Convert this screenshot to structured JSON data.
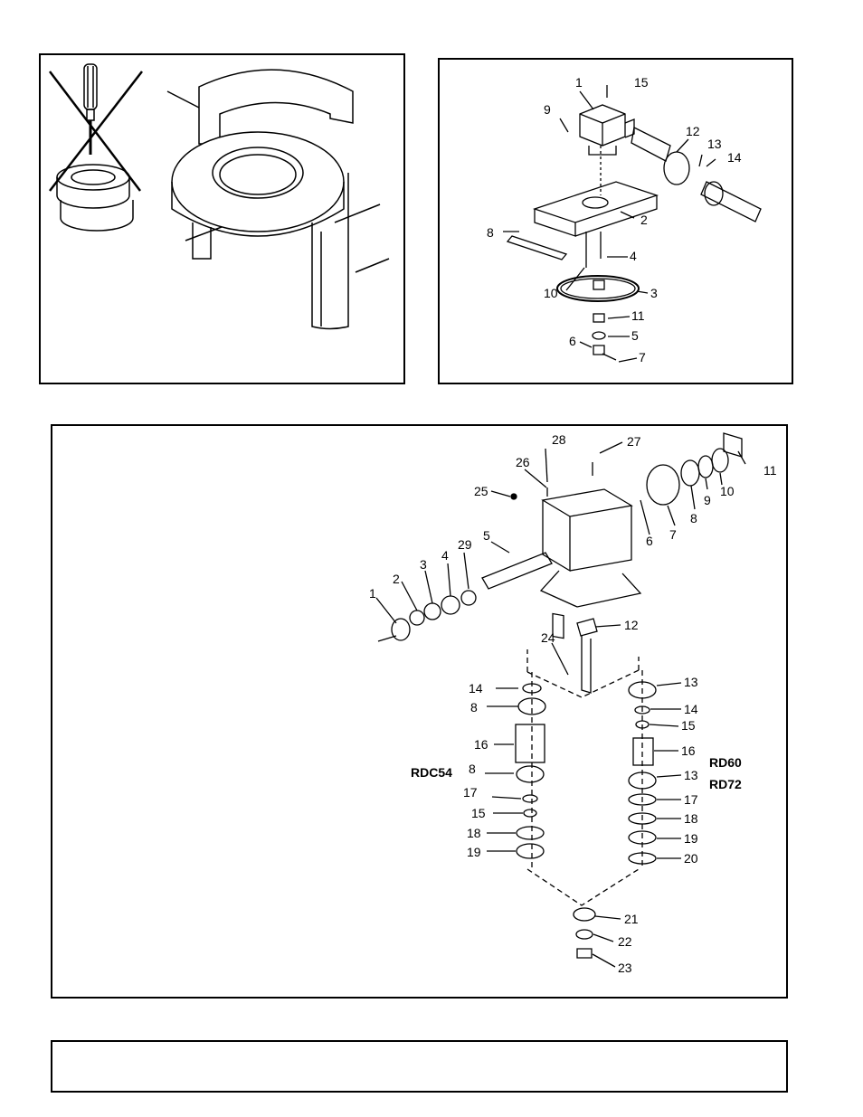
{
  "figure_bearing": {
    "callouts": []
  },
  "figure_blade_spindle": {
    "callouts": [
      "1",
      "15",
      "9",
      "12",
      "13",
      "14",
      "2",
      "8",
      "4",
      "10",
      "3",
      "11",
      "5",
      "6",
      "7"
    ]
  },
  "figure_gearbox": {
    "callouts": [
      "28",
      "27",
      "26",
      "25",
      "11",
      "10",
      "9",
      "8",
      "7",
      "6",
      "5",
      "29",
      "4",
      "3",
      "2",
      "1",
      "12",
      "24",
      "14",
      "8",
      "16",
      "8",
      "17",
      "15",
      "18",
      "19",
      "13",
      "14",
      "15",
      "16",
      "13",
      "17",
      "18",
      "19",
      "20",
      "21",
      "22",
      "23"
    ],
    "model_labels": {
      "left": "RDC54",
      "right_1": "RD60",
      "right_2": "RD72"
    }
  },
  "caption_box": {
    "text": ""
  }
}
